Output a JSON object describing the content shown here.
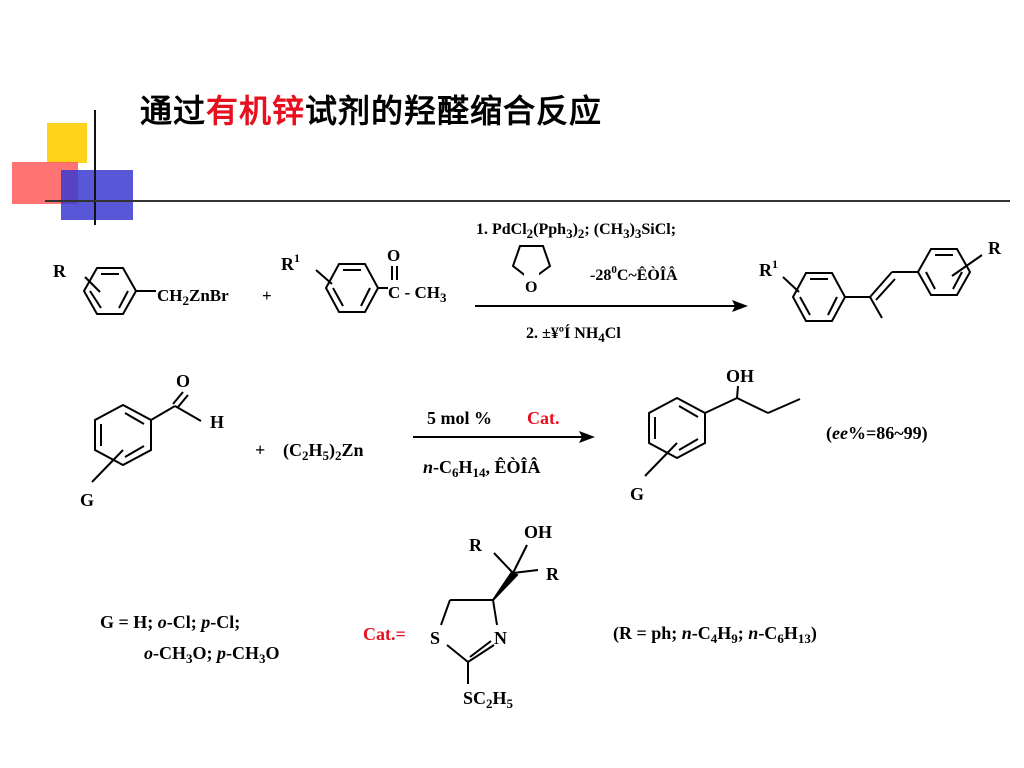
{
  "title": {
    "part1": "通过",
    "highlight": "有机锌",
    "part2": "试剂的羟醛缩合反应"
  },
  "accent_colors": {
    "yellow": "#ffd21c",
    "red": "#ff4d4d",
    "blue": "#3333cc",
    "title_red": "#e8101f"
  },
  "reaction1": {
    "reagent_a_substituent": "R",
    "reagent_a_group": "CH2ZnBr",
    "plus": "+",
    "reagent_b_substituent": "R1",
    "carbonyl_o": "O",
    "carbonyl_group": "C - CH3",
    "step1": "1. PdCl2(Pph3)2; (CH3)3SiCl;",
    "thf_o": "O",
    "temperature": "-280C~ÊÒÎÂ",
    "step2": "2. ±¥ºÍ  NH4Cl",
    "product_substituent_left": "R1",
    "product_substituent_right": "R"
  },
  "reaction2": {
    "aldehyde_o": "O",
    "aldehyde_h": "H",
    "aldehyde_g": "G",
    "plus": "+",
    "reagent": "(C2H5)2Zn",
    "catalyst_loading": "5 mol %",
    "catalyst_label": "Cat.",
    "solvent": "n-C6H14, ÊÒÎÂ",
    "product_oh": "OH",
    "product_g": "G",
    "ee": "(ee%=86~99)"
  },
  "definitions": {
    "g_line1": "G = H; o-Cl; p-Cl;",
    "g_line2": "o-CH3O; p-CH3O",
    "cat_label": "Cat.=",
    "cat_oh": "OH",
    "cat_r1": "R",
    "cat_r2": "R",
    "cat_s": "S",
    "cat_n": "N",
    "cat_sc2h5": "SC2H5",
    "r_definition": "(R = ph; n-C4H9; n-C6H13)"
  }
}
